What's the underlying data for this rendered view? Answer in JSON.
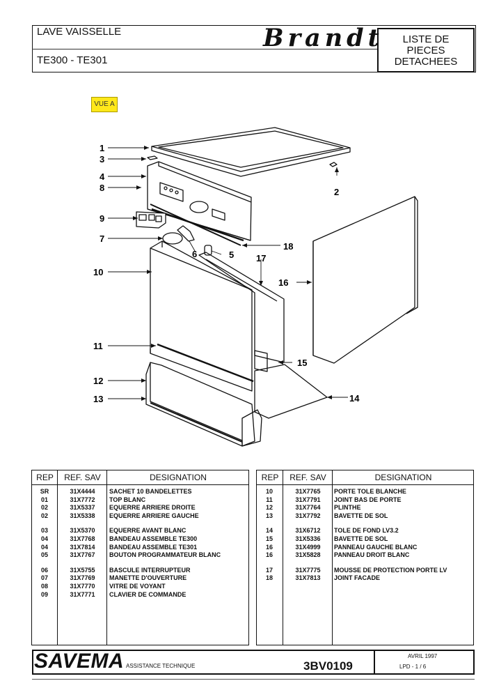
{
  "header": {
    "title": "LAVE VAISSELLE",
    "models": "TE300 - TE301",
    "brand": "Brandt",
    "doc_type_lines": [
      "LISTE DE",
      "PIECES",
      "DETACHEES"
    ]
  },
  "view_tag": "VUE A",
  "callouts": [
    "1",
    "2",
    "3",
    "4",
    "5",
    "6",
    "7",
    "8",
    "9",
    "10",
    "11",
    "12",
    "13",
    "14",
    "15",
    "16",
    "17",
    "18"
  ],
  "table_headers": {
    "rep": "REP",
    "ref": "REF. SAV",
    "designation": "DESIGNATION"
  },
  "left_parts": [
    {
      "rep": "SR",
      "ref": "31X4444",
      "des": "SACHET 10 BANDELETTES"
    },
    {
      "rep": "01",
      "ref": "31X7772",
      "des": "TOP BLANC"
    },
    {
      "rep": "02",
      "ref": "31X5337",
      "des": "EQUERRE ARRIERE DROITE"
    },
    {
      "rep": "02",
      "ref": "31X5338",
      "des": "EQUERRE ARRIERE GAUCHE"
    },
    {
      "rep": "03",
      "ref": "31X5370",
      "des": "EQUERRE AVANT BLANC"
    },
    {
      "rep": "04",
      "ref": "31X7768",
      "des": "BANDEAU ASSEMBLE TE300"
    },
    {
      "rep": "04",
      "ref": "31X7814",
      "des": "BANDEAU ASSEMBLE TE301"
    },
    {
      "rep": "05",
      "ref": "31X7767",
      "des": "BOUTON PROGRAMMATEUR BLANC"
    },
    {
      "rep": "06",
      "ref": "31X5755",
      "des": "BASCULE INTERRUPTEUR"
    },
    {
      "rep": "07",
      "ref": "31X7769",
      "des": "MANETTE D'OUVERTURE"
    },
    {
      "rep": "08",
      "ref": "31X7770",
      "des": "VITRE DE VOYANT"
    },
    {
      "rep": "09",
      "ref": "31X7771",
      "des": "CLAVIER DE COMMANDE"
    }
  ],
  "right_parts": [
    {
      "rep": "10",
      "ref": "31X7765",
      "des": "PORTE TOLE BLANCHE"
    },
    {
      "rep": "11",
      "ref": "31X7791",
      "des": "JOINT BAS DE PORTE"
    },
    {
      "rep": "12",
      "ref": "31X7764",
      "des": "PLINTHE"
    },
    {
      "rep": "13",
      "ref": "31X7792",
      "des": "BAVETTE DE SOL"
    },
    {
      "rep": "14",
      "ref": "31X6712",
      "des": "TOLE DE FOND LV3.2"
    },
    {
      "rep": "15",
      "ref": "31X5336",
      "des": "BAVETTE DE SOL"
    },
    {
      "rep": "16",
      "ref": "31X4999",
      "des": "PANNEAU GAUCHE BLANC"
    },
    {
      "rep": "16",
      "ref": "31X5828",
      "des": "PANNEAU DROIT BLANC"
    },
    {
      "rep": "17",
      "ref": "31X7775",
      "des": "MOUSSE DE PROTECTION PORTE LV"
    },
    {
      "rep": "18",
      "ref": "31X7813",
      "des": "JOINT FACADE"
    }
  ],
  "footer": {
    "company": "SAVEMA",
    "subtitle": "ASSISTANCE TECHNIQUE",
    "code": "3BV0109",
    "date": "AVRIL 1997",
    "page": "LPD -    1 / 6"
  }
}
